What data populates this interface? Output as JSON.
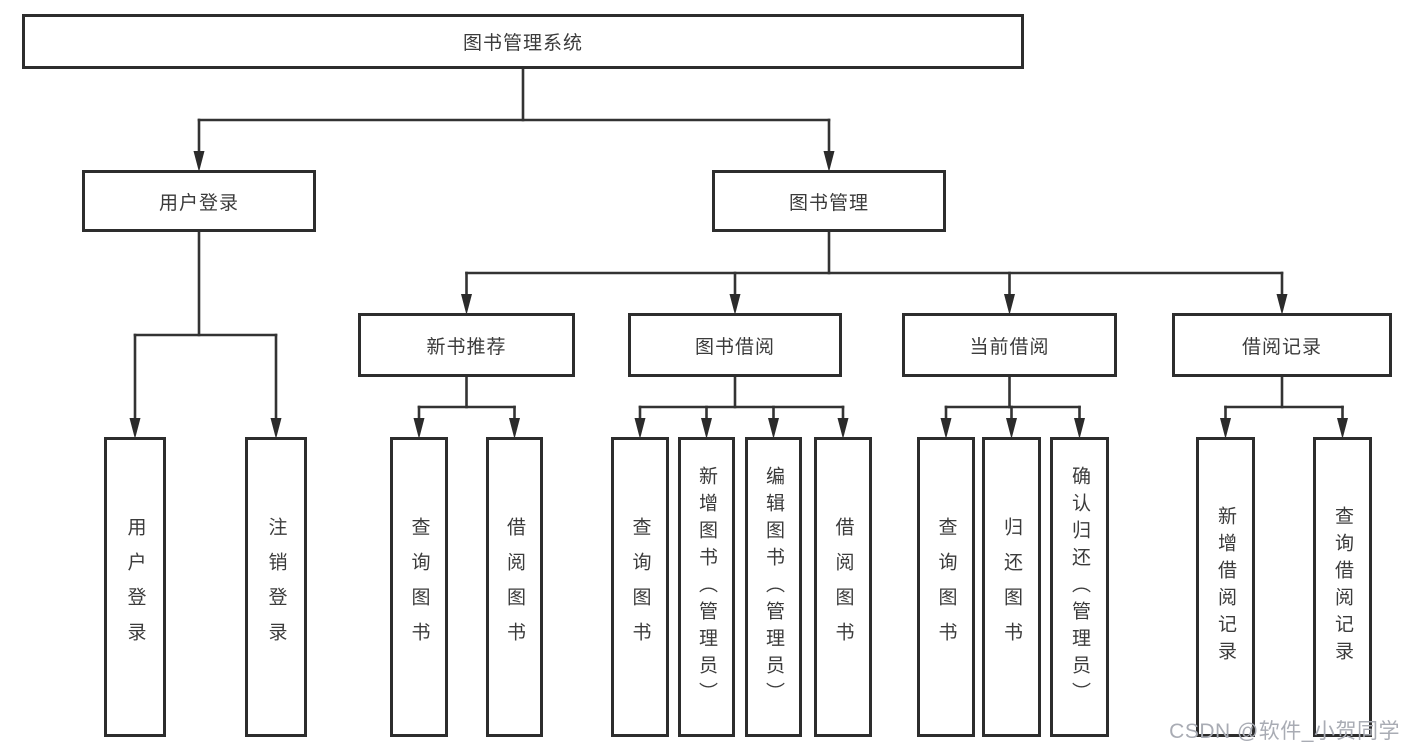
{
  "diagram": {
    "nodes": [
      {
        "id": "root",
        "label": "图书管理系统"
      },
      {
        "id": "user-login",
        "label": "用户登录"
      },
      {
        "id": "book-mgmt",
        "label": "图书管理"
      },
      {
        "id": "new-book-rec",
        "label": "新书推荐"
      },
      {
        "id": "book-borrow",
        "label": "图书借阅"
      },
      {
        "id": "current-borrow",
        "label": "当前借阅"
      },
      {
        "id": "borrow-records",
        "label": "借阅记录"
      },
      {
        "id": "leaf-user-login",
        "label": "用户登录"
      },
      {
        "id": "leaf-logout",
        "label": "注销登录"
      },
      {
        "id": "leaf-query-book-1",
        "label": "查询图书"
      },
      {
        "id": "leaf-borrow-book-1",
        "label": "借阅图书"
      },
      {
        "id": "leaf-query-book-2",
        "label": "查询图书"
      },
      {
        "id": "leaf-add-book",
        "label": "新增图书（管理员）"
      },
      {
        "id": "leaf-edit-book",
        "label": "编辑图书（管理员）"
      },
      {
        "id": "leaf-borrow-book-2",
        "label": "借阅图书"
      },
      {
        "id": "leaf-query-book-3",
        "label": "查询图书"
      },
      {
        "id": "leaf-return-book",
        "label": "归还图书"
      },
      {
        "id": "leaf-confirm-return",
        "label": "确认归还（管理员）"
      },
      {
        "id": "leaf-add-borrow-record",
        "label": "新增借阅记录"
      },
      {
        "id": "leaf-query-borrow-record",
        "label": "查询借阅记录"
      }
    ],
    "tree": [
      {
        "parent": "root",
        "children": [
          "user-login",
          "book-mgmt"
        ]
      },
      {
        "parent": "user-login",
        "children": [
          "leaf-user-login",
          "leaf-logout"
        ]
      },
      {
        "parent": "book-mgmt",
        "children": [
          "new-book-rec",
          "book-borrow",
          "current-borrow",
          "borrow-records"
        ]
      },
      {
        "parent": "new-book-rec",
        "children": [
          "leaf-query-book-1",
          "leaf-borrow-book-1"
        ]
      },
      {
        "parent": "book-borrow",
        "children": [
          "leaf-query-book-2",
          "leaf-add-book",
          "leaf-edit-book",
          "leaf-borrow-book-2"
        ]
      },
      {
        "parent": "current-borrow",
        "children": [
          "leaf-query-book-3",
          "leaf-return-book",
          "leaf-confirm-return"
        ]
      },
      {
        "parent": "borrow-records",
        "children": [
          "leaf-add-borrow-record",
          "leaf-query-borrow-record"
        ]
      }
    ]
  },
  "watermark": {
    "text": "CSDN @软件_小贺同学"
  },
  "colors": {
    "line": "#333333",
    "arrow": "#2b2b2b",
    "node_border": "#2d2d2d",
    "node_text": "#3b3b3b",
    "watermark": "#a9acb4",
    "background": "#ffffff"
  }
}
